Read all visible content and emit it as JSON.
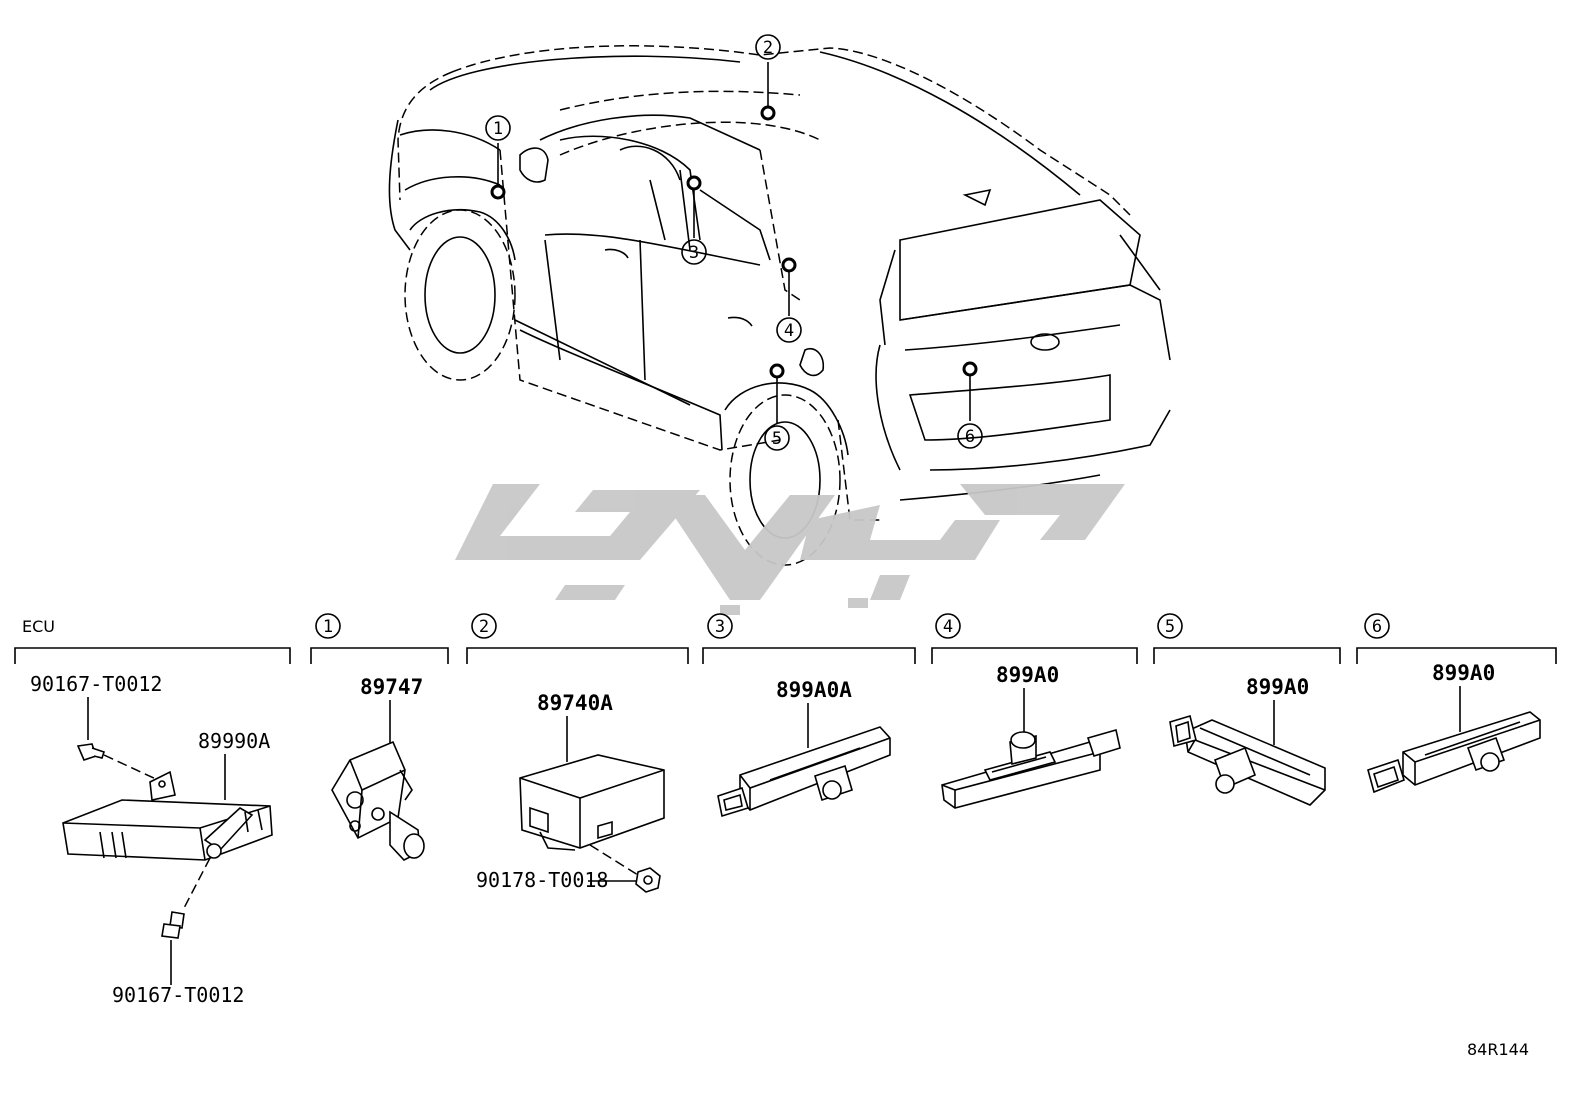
{
  "diagram_code": "84R144",
  "sections": [
    {
      "key": "ecu",
      "header": "ECU",
      "parts": [
        "89990A"
      ],
      "fasteners": [
        "90167-T0012",
        "90167-T0012"
      ]
    },
    {
      "key": "s1",
      "header": "1",
      "parts": [
        "89747"
      ]
    },
    {
      "key": "s2",
      "header": "2",
      "parts": [
        "89740A"
      ],
      "fasteners": [
        "90178-T0018"
      ]
    },
    {
      "key": "s3",
      "header": "3",
      "parts": [
        "899A0A"
      ]
    },
    {
      "key": "s4",
      "header": "4",
      "parts": [
        "899A0"
      ]
    },
    {
      "key": "s5",
      "header": "5",
      "parts": [
        "899A0"
      ]
    },
    {
      "key": "s6",
      "header": "6",
      "parts": [
        "899A0"
      ]
    }
  ],
  "callouts": [
    "1",
    "2",
    "3",
    "4",
    "5",
    "6"
  ]
}
